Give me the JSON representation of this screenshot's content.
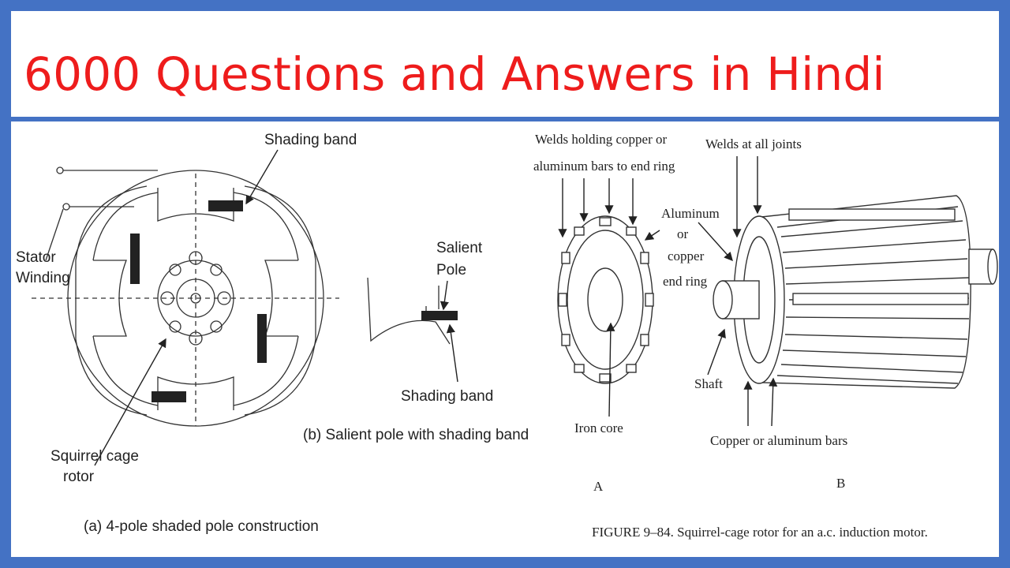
{
  "header": {
    "title": "6000 Questions and Answers in Hindi"
  },
  "colors": {
    "frame": "#4472c4",
    "title": "#ee1c1c"
  },
  "left_diagram": {
    "shading_band": "Shading band",
    "stator_winding_1": "Stator",
    "stator_winding_2": "Winding",
    "rotor_1": "Squirrel cage",
    "rotor_2": "rotor",
    "caption": "(a) 4-pole shaded pole construction"
  },
  "middle_diagram": {
    "salient_pole_1": "Salient",
    "salient_pole_2": "Pole",
    "shading_band": "Shading band",
    "caption": "(b) Salient pole with shading band"
  },
  "right_diagram": {
    "welds_holding_1": "Welds holding copper or",
    "welds_holding_2": "aluminum bars to end ring",
    "welds_joints": "Welds at all joints",
    "end_ring_1": "Aluminum",
    "end_ring_2": "or",
    "end_ring_3": "copper",
    "end_ring_4": "end ring",
    "shaft": "Shaft",
    "iron_core": "Iron core",
    "bars": "Copper or aluminum bars",
    "label_a": "A",
    "label_b": "B",
    "figure_caption": "FIGURE 9–84.  Squirrel-cage rotor for an a.c. induction motor."
  }
}
